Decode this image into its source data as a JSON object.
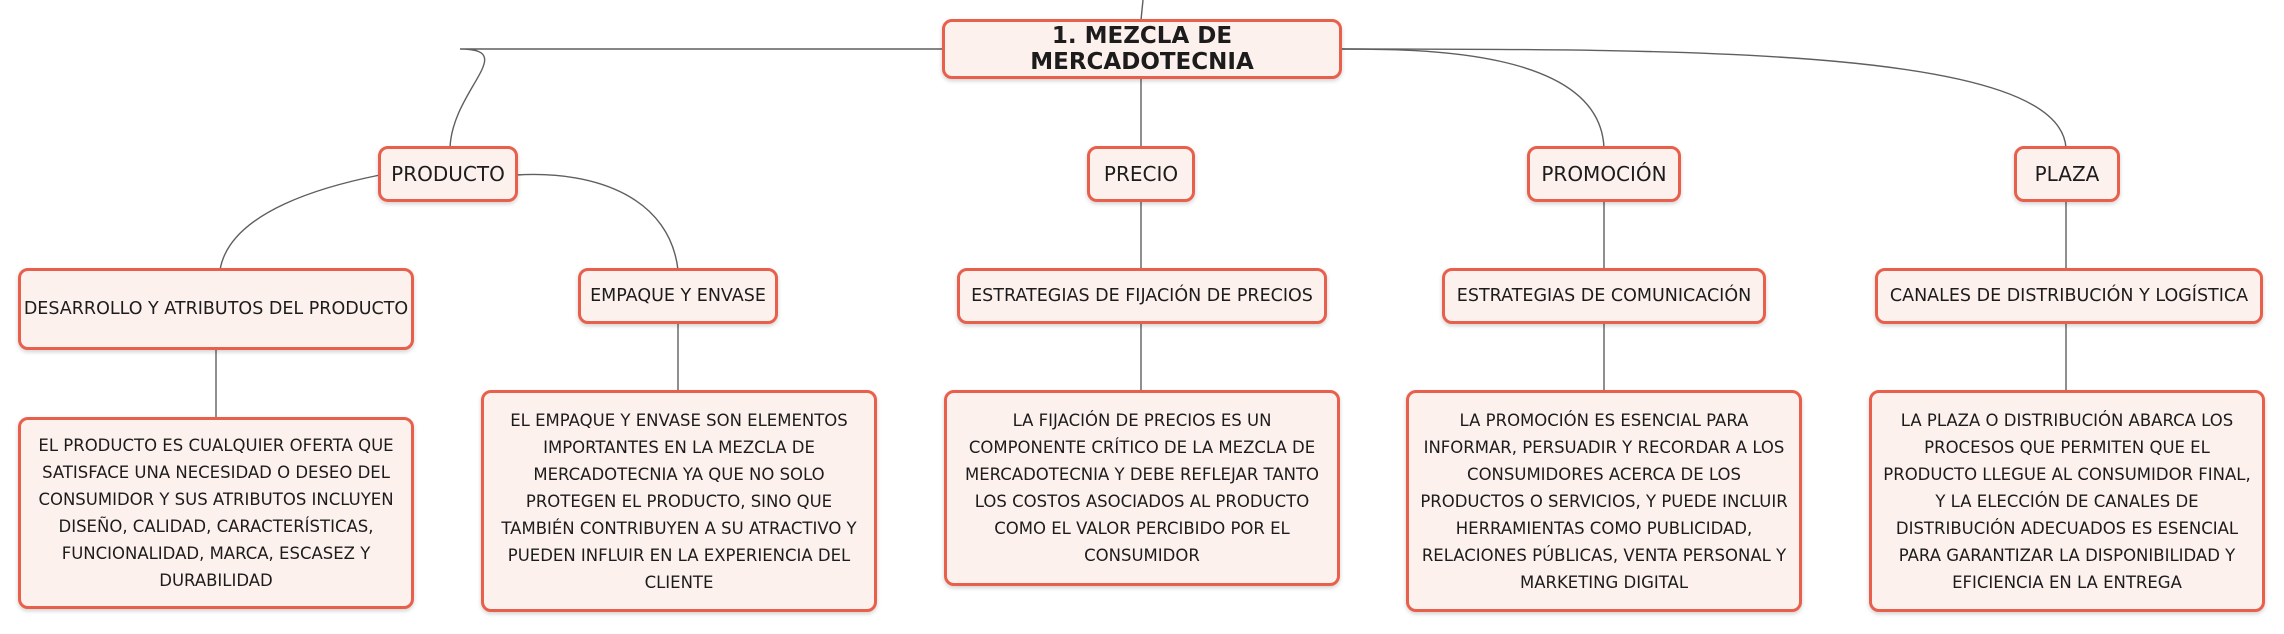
{
  "map": {
    "root": "1. MEZCLA DE MERCADOTECNIA",
    "branches": [
      {
        "label": "PRODUCTO",
        "children": [
          {
            "label": "DESARROLLO Y ATRIBUTOS DEL PRODUCTO",
            "detail": [
              "EL PRODUCTO ES CUALQUIER OFERTA QUE",
              "SATISFACE UNA NECESIDAD O DESEO DEL",
              "CONSUMIDOR Y SUS ATRIBUTOS INCLUYEN",
              "DISEÑO, CALIDAD, CARACTERÍSTICAS,",
              "FUNCIONALIDAD, MARCA, ESCASEZ Y",
              "DURABILIDAD"
            ]
          },
          {
            "label": "EMPAQUE Y ENVASE",
            "detail": [
              "EL EMPAQUE Y ENVASE SON ELEMENTOS",
              "IMPORTANTES EN LA MEZCLA DE",
              "MERCADOTECNIA YA QUE NO SOLO",
              "PROTEGEN EL PRODUCTO, SINO QUE",
              "TAMBIÉN CONTRIBUYEN A SU ATRACTIVO Y",
              "PUEDEN INFLUIR EN LA EXPERIENCIA DEL",
              "CLIENTE"
            ]
          }
        ]
      },
      {
        "label": "PRECIO",
        "children": [
          {
            "label": "ESTRATEGIAS DE FIJACIÓN DE PRECIOS",
            "detail": [
              "LA FIJACIÓN DE PRECIOS ES UN",
              "COMPONENTE CRÍTICO DE LA MEZCLA DE",
              "MERCADOTECNIA Y DEBE REFLEJAR TANTO",
              "LOS COSTOS ASOCIADOS AL PRODUCTO",
              "COMO EL VALOR PERCIBIDO POR EL",
              "CONSUMIDOR"
            ]
          }
        ]
      },
      {
        "label": "PROMOCIÓN",
        "children": [
          {
            "label": "ESTRATEGIAS DE COMUNICACIÓN",
            "detail": [
              "LA PROMOCIÓN ES ESENCIAL PARA",
              "INFORMAR, PERSUADIR Y RECORDAR A LOS",
              "CONSUMIDORES ACERCA DE LOS",
              "PRODUCTOS O SERVICIOS, Y PUEDE INCLUIR",
              "HERRAMIENTAS COMO PUBLICIDAD,",
              "RELACIONES PÚBLICAS, VENTA PERSONAL Y",
              "MARKETING DIGITAL"
            ]
          }
        ]
      },
      {
        "label": "PLAZA",
        "children": [
          {
            "label": "CANALES DE DISTRIBUCIÓN Y LOGÍSTICA",
            "detail": [
              "LA PLAZA O DISTRIBUCIÓN ABARCA LOS",
              "PROCESOS QUE PERMITEN QUE EL",
              "PRODUCTO LLEGUE AL CONSUMIDOR FINAL,",
              "Y LA ELECCIÓN DE CANALES DE",
              "DISTRIBUCIÓN ADECUADOS ES ESENCIAL",
              "PARA GARANTIZAR LA DISPONIBILIDAD Y",
              "EFICIENCIA EN LA ENTREGA"
            ]
          }
        ]
      }
    ]
  }
}
